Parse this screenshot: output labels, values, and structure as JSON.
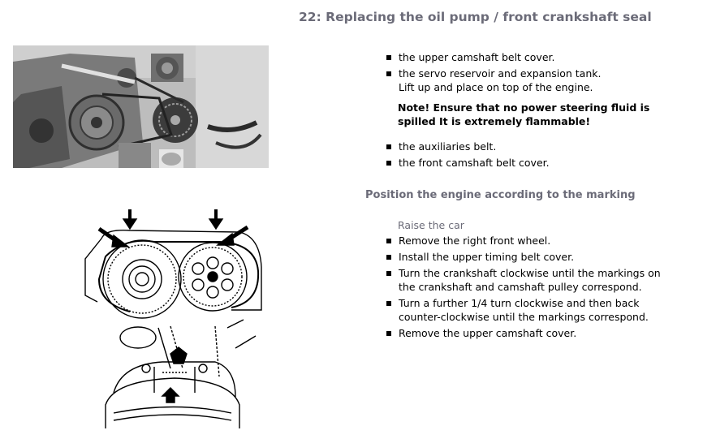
{
  "title": "22: Replacing the oil pump / front crankshaft seal",
  "list1": [
    {
      "line1": "the upper camshaft belt cover.",
      "line2": ""
    },
    {
      "line1": "the servo reservoir and expansion tank.",
      "line2": "Lift up and place on top of the engine."
    }
  ],
  "warning": "Note! Ensure that no power steering fluid is spilled It is extremely flammable!",
  "list2": [
    "the auxiliaries belt.",
    "the front camshaft belt cover."
  ],
  "section_heading": "Position the engine according to the marking",
  "sub_heading": "Raise the car",
  "list3": [
    "Remove the right front wheel.",
    "Install the upper timing belt cover.",
    "Turn the crankshaft clockwise until the markings on the crankshaft and camshaft pulley correspond.",
    "Turn a further 1/4 turn clockwise and then back counter-clockwise until the markings correspond.",
    "Remove the upper camshaft cover."
  ]
}
